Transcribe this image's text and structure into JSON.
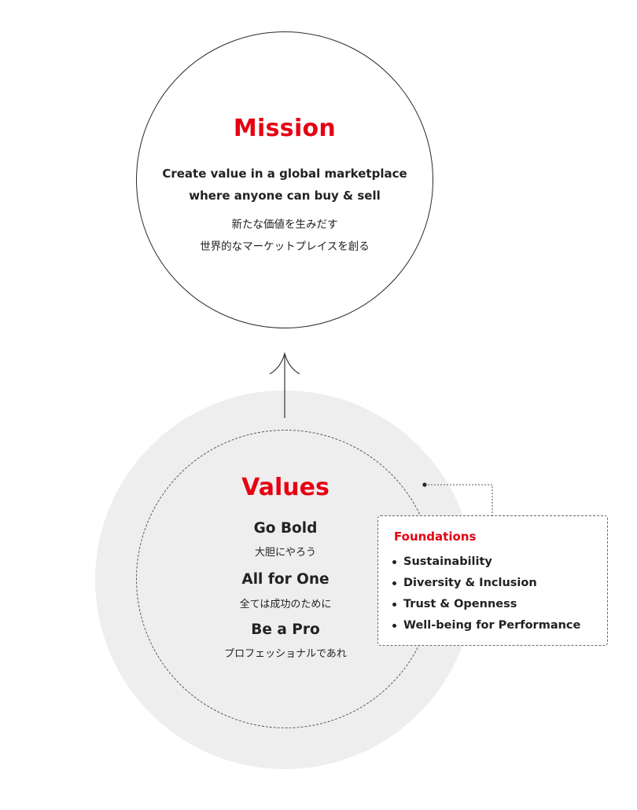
{
  "mission": {
    "title": "Mission",
    "en_line1": "Create value in a global marketplace",
    "en_line2": "where anyone can buy & sell",
    "ja_line1": "新たな価値を生みだす",
    "ja_line2": "世界的なマーケットプレイスを創る"
  },
  "values": {
    "title": "Values",
    "items": [
      {
        "en": "Go Bold",
        "ja": "大胆にやろう"
      },
      {
        "en": "All for One",
        "ja": "全ては成功のために"
      },
      {
        "en": "Be a Pro",
        "ja": "プロフェッショナルであれ"
      }
    ]
  },
  "foundations": {
    "title": "Foundations",
    "items": [
      "Sustainability",
      "Diversity & Inclusion",
      "Trust & Openness",
      "Well-being for Performance"
    ]
  },
  "colors": {
    "accent": "#e60012",
    "text": "#222222",
    "values_background": "#eeeeee"
  }
}
